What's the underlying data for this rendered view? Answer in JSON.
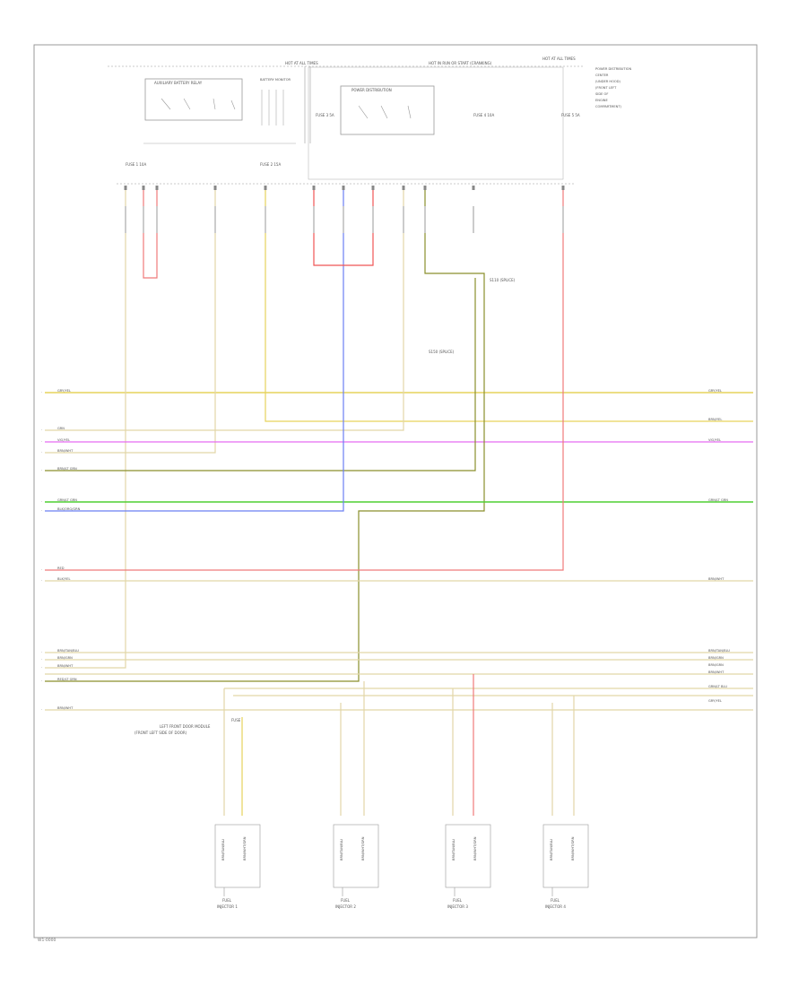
{
  "figure_code": "W1-0000",
  "top_labels": {
    "hot_at_all_times": "HOT AT ALL TIMES",
    "hot_in_run": "HOT IN RUN OR START (CRANKING)",
    "hot_at_all_times_right": "HOT AT ALL TIMES"
  },
  "relay_left": {
    "name": "AUXILIARY BATTERY RELAY"
  },
  "battery_box": {
    "label": "BATTERY MONITOR"
  },
  "relay_mid": {
    "name": "POWER DISTRIBUTION"
  },
  "fuse_labels": {
    "f1": "FUSE 1 10A",
    "f2": "FUSE 2 15A",
    "f3": "FUSE 3 5A",
    "f4": "FUSE 4 10A",
    "f5": "FUSE 5 5A"
  },
  "right_block": [
    "POWER DISTRIBUTION",
    "CENTER",
    "(UNDER HOOD)",
    "(FRONT LEFT",
    "SIDE OF",
    "ENGINE",
    "COMPARTMENT)"
  ],
  "splices": {
    "s1": "S110 (SPLICE)",
    "s2": "S150 (SPLICE)"
  },
  "bus_left": [
    "GRY/YEL",
    "GRN",
    "VIO/YEL",
    "BRN/WHT",
    "BRN/LT GRN",
    "GRN/LT GRN",
    "BLK/ORG/GRN",
    "RED",
    "BLK/YEL",
    "BRN/TAN/BLU",
    "BRN/GRN",
    "BRN/WHT",
    "RED/LT GRN",
    "BRN/WHT"
  ],
  "bus_right": [
    "GRY/YEL",
    "BRN/YEL",
    "VIO/YEL",
    "GRN/LT GRN",
    "BRN/WHT",
    "BRN/TAN/BLU",
    "BRN/GRN",
    "BRN/GRN",
    "BRN/WHT",
    "GRN/LT BLU",
    "GRY/YEL"
  ],
  "bottom_center_label": [
    "FUSE",
    "LEFT FRONT DOOR MODULE",
    "(FRONT LEFT SIDE OF DOOR)"
  ],
  "modules": [
    {
      "name": "FUEL",
      "sub": "INJECTOR 1",
      "wires": [
        "BRN/TAN/BLU",
        "BRN/WHT/GRN"
      ]
    },
    {
      "name": "FUEL",
      "sub": "INJECTOR 2",
      "wires": [
        "BRN/TAN/BLU",
        "BRN/WHT/GRN"
      ]
    },
    {
      "name": "FUEL",
      "sub": "INJECTOR 3",
      "wires": [
        "BRN/TAN/BLU",
        "BRN/WHT/GRN"
      ]
    },
    {
      "name": "FUEL",
      "sub": "INJECTOR 4",
      "wires": [
        "BRN/TAN/BLU",
        "BRN/WHT/GRN"
      ]
    }
  ],
  "colors": {
    "yellow": "#e6d35c",
    "tan": "#e2d6a8",
    "violet": "#e56cf2",
    "olive": "#8a8f2c",
    "green": "#4fcf32",
    "red": "#ef7a7a",
    "blue": "#6b7ff2",
    "gray": "#aaaaaa"
  }
}
